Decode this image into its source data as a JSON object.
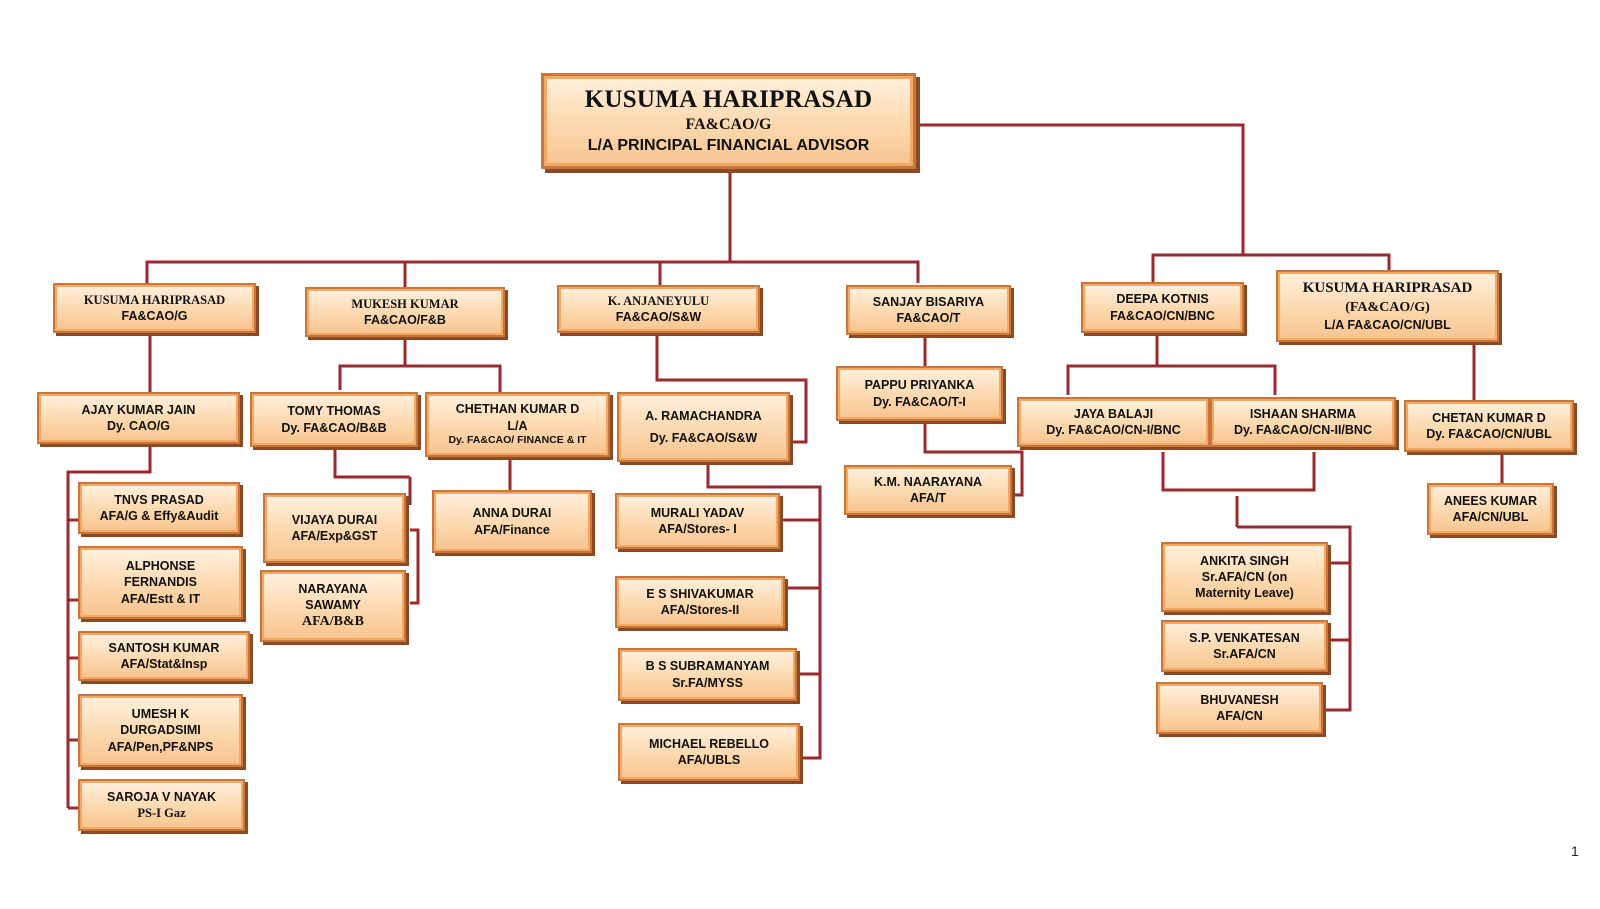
{
  "chart": {
    "root": {
      "name": "KUSUMA HARIPRASAD",
      "title": "FA&CAO/G",
      "title2": "L/A PRINCIPAL FINANCIAL ADVISOR"
    },
    "heads": {
      "fag": {
        "name": "KUSUMA HARIPRASAD",
        "title": "FA&CAO/G"
      },
      "fab": {
        "name": "MUKESH KUMAR",
        "title": "FA&CAO/F&B"
      },
      "saw": {
        "name": "K. ANJANEYULU",
        "title": "FA&CAO/S&W"
      },
      "t": {
        "name": "SANJAY BISARIYA",
        "title": "FA&CAO/T"
      },
      "bnc": {
        "name": "DEEPA KOTNIS",
        "title": "FA&CAO/CN/BNC"
      },
      "ubl": {
        "name": "KUSUMA HARIPRASAD",
        "title": "(FA&CAO/G)",
        "title2": "L/A  FA&CAO/CN/UBL"
      }
    },
    "level2": {
      "ajay": {
        "name": "AJAY KUMAR JAIN",
        "title": "Dy. CAO/G"
      },
      "tomy": {
        "name": "TOMY THOMAS",
        "title": "Dy. FA&CAO/B&B"
      },
      "chethan": {
        "name": "CHETHAN KUMAR D",
        "title": "L/A",
        "title2": "Dy. FA&CAO/ FINANCE & IT"
      },
      "rama": {
        "name": "A. RAMACHANDRA",
        "title": "Dy. FA&CAO/S&W"
      },
      "pappu": {
        "name": "PAPPU PRIYANKA",
        "title": "Dy. FA&CAO/T-I"
      },
      "jaya": {
        "name": "JAYA BALAJI",
        "title": "Dy. FA&CAO/CN-I/BNC"
      },
      "ishaan": {
        "name": "ISHAAN SHARMA",
        "title": "Dy. FA&CAO/CN-II/BNC"
      },
      "chetan": {
        "name": "CHETAN KUMAR D",
        "title": "Dy. FA&CAO/CN/UBL"
      }
    },
    "level3": {
      "tnvs": {
        "name": "TNVS PRASAD",
        "title": "AFA/G & Effy&Audit"
      },
      "alphonse": {
        "name": "ALPHONSE",
        "name2": "FERNANDIS",
        "title": "AFA/Estt & IT"
      },
      "santosh": {
        "name": "SANTOSH KUMAR",
        "title": "AFA/Stat&Insp"
      },
      "umesh": {
        "name": "UMESH K",
        "name2": "DURGADSIMI",
        "title": "AFA/Pen,PF&NPS"
      },
      "saroja": {
        "name": "SAROJA V NAYAK",
        "title": "PS-I Gaz"
      },
      "vijaya": {
        "name": "VIJAYA DURAI",
        "title": "AFA/Exp&GST"
      },
      "narayana": {
        "name": "NARAYANA",
        "name2": "SAWAMY",
        "title": "AFA/B&B"
      },
      "anna": {
        "name": "ANNA DURAI",
        "title": "AFA/Finance"
      },
      "murali": {
        "name": "MURALI YADAV",
        "title": "AFA/Stores- I"
      },
      "shiva": {
        "name": "E S SHIVAKUMAR",
        "title": "AFA/Stores-II"
      },
      "subra": {
        "name": "B S SUBRAMANYAM",
        "title": "Sr.FA/MYSS"
      },
      "michael": {
        "name": "MICHAEL REBELLO",
        "title": "AFA/UBLS"
      },
      "naarayana": {
        "name": "K.M. NAARAYANA",
        "title": "AFA/T"
      },
      "ankita": {
        "name": "ANKITA SINGH",
        "title": "Sr.AFA/CN (on",
        "title2": "Maternity Leave)"
      },
      "venkat": {
        "name": "S.P. VENKATESAN",
        "title": "Sr.AFA/CN"
      },
      "bhuvan": {
        "name": "BHUVANESH",
        "title": "AFA/CN"
      },
      "anees": {
        "name": "ANEES KUMAR",
        "title": "AFA/CN/UBL"
      }
    }
  },
  "page_number": "1",
  "colors": {
    "line": "#9b2a2e",
    "box_fill": "#fcd8ae",
    "box_border": "#c8763a"
  }
}
